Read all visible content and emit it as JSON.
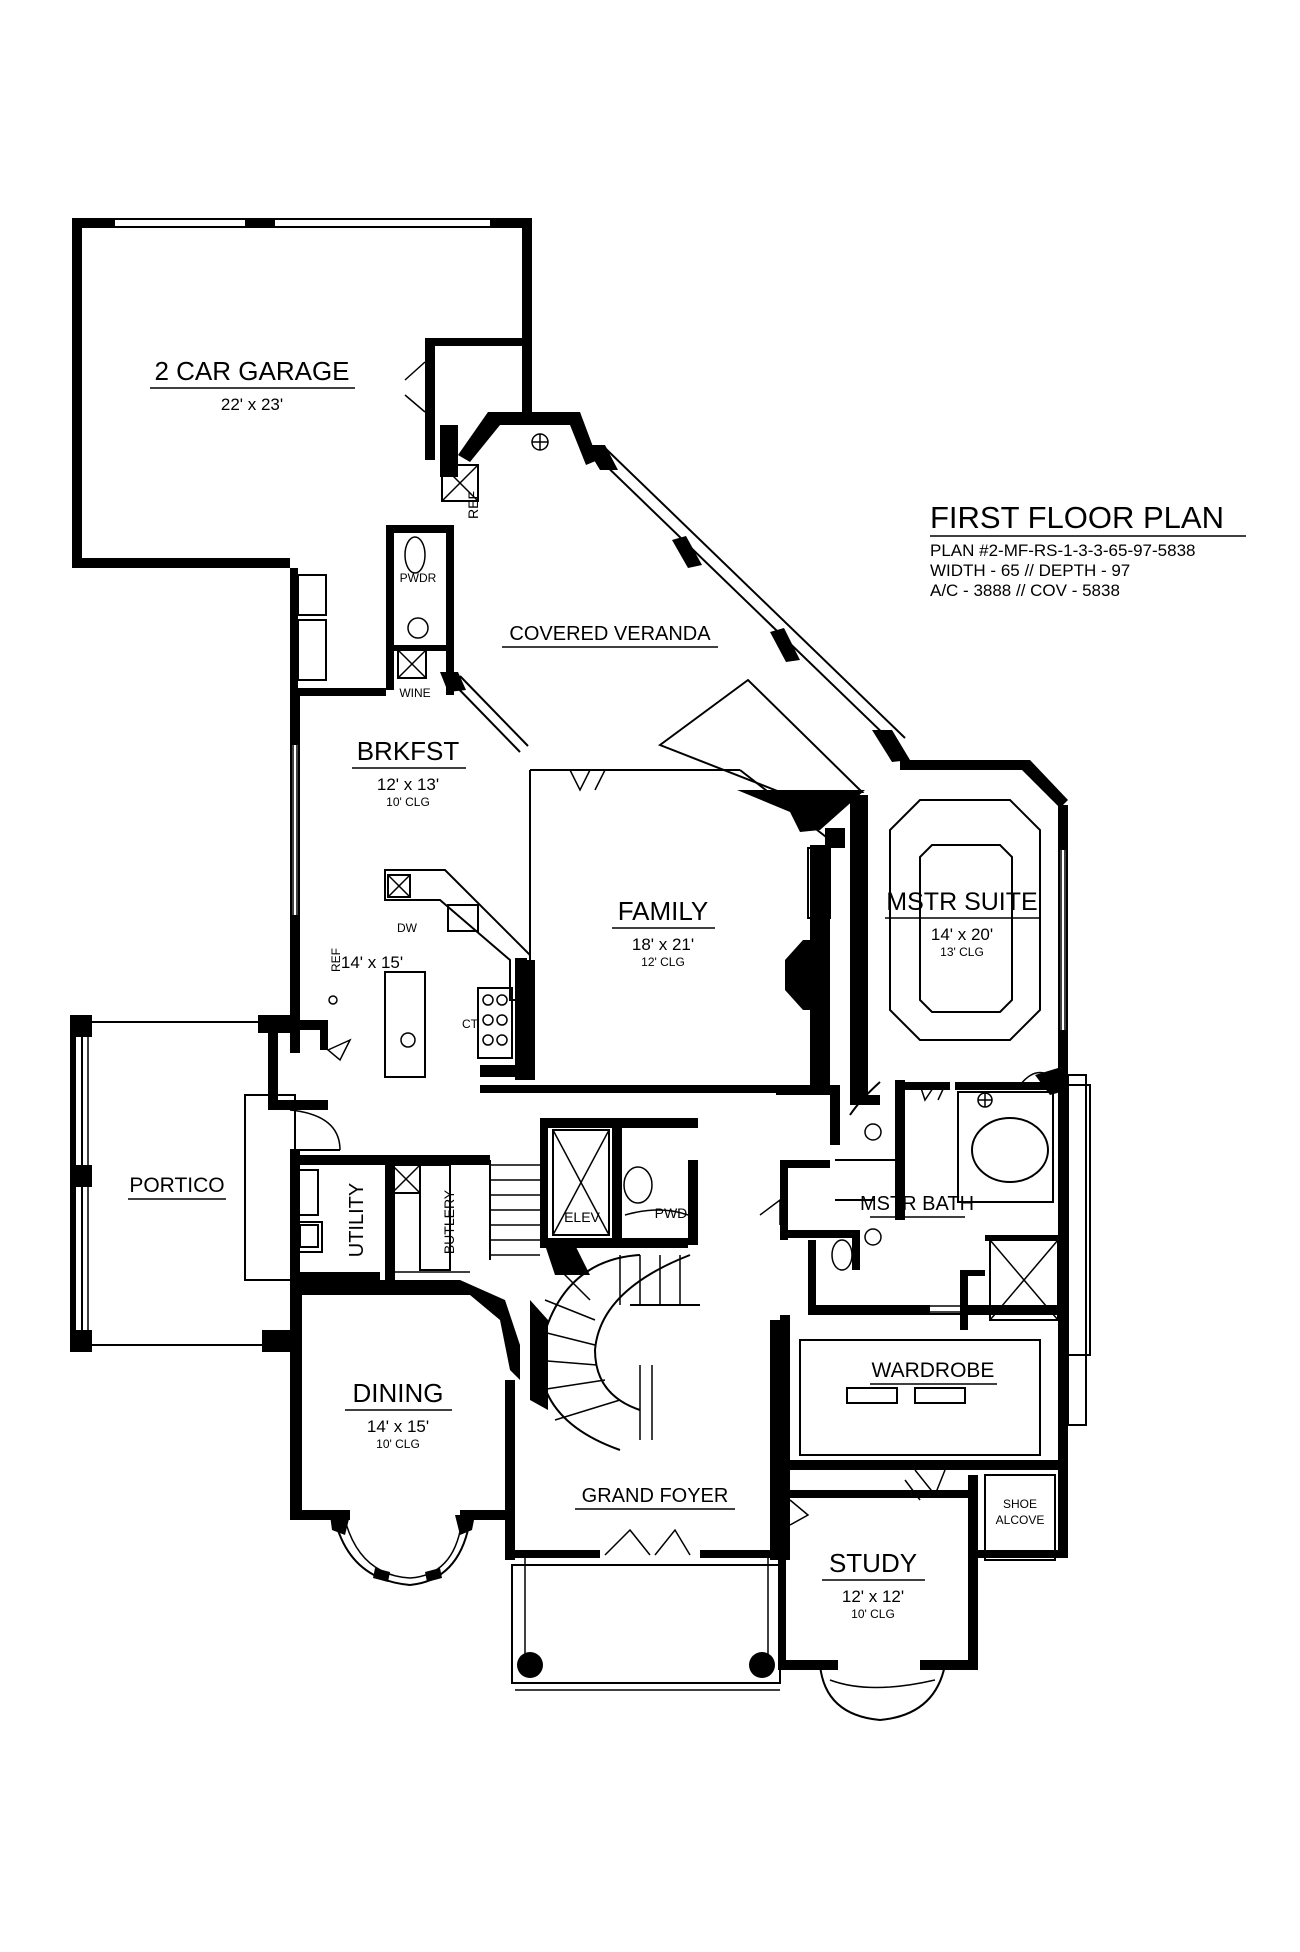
{
  "title_block": {
    "title": "FIRST FLOOR PLAN",
    "line1": "PLAN #2-MF-RS-1-3-3-65-97-5838",
    "line2": "WIDTH - 65 // DEPTH - 97",
    "line3": "A/C - 3888 // COV - 5838"
  },
  "rooms": {
    "garage": {
      "name": "2 CAR GARAGE",
      "dims": "22' x 23'"
    },
    "veranda": {
      "name": "COVERED VERANDA"
    },
    "breakfast": {
      "name": "BRKFST",
      "dims": "12' x 13'",
      "ceiling": "10' CLG"
    },
    "kitchen": {
      "dims": "14' x 15'"
    },
    "family": {
      "name": "FAMILY",
      "dims": "18' x 21'",
      "ceiling": "12' CLG"
    },
    "master_suite": {
      "name": "MSTR SUITE",
      "dims": "14' x 20'",
      "ceiling": "13' CLG"
    },
    "portico": {
      "name": "PORTICO"
    },
    "utility": {
      "name": "UTILITY"
    },
    "butlery": {
      "name": "BUTLERY"
    },
    "elevator": {
      "name": "ELEV"
    },
    "powder_2": {
      "name": "PWDR"
    },
    "master_bath": {
      "name": "MSTR BATH"
    },
    "wardrobe": {
      "name": "WARDROBE"
    },
    "dining": {
      "name": "DINING",
      "dims": "14' x 15'",
      "ceiling": "10' CLG"
    },
    "grand_foyer": {
      "name": "GRAND FOYER"
    },
    "study": {
      "name": "STUDY",
      "dims": "12' x 12'",
      "ceiling": "10' CLG"
    },
    "shoe_alcove": {
      "name_line1": "SHOE",
      "name_line2": "ALCOVE"
    },
    "powder_1": {
      "name": "PWDR"
    }
  },
  "fixtures": {
    "ref_upper": "REF",
    "ref_kitchen": "REF",
    "wine": "WINE",
    "dishwasher": "DW",
    "cooktop": "CT"
  }
}
